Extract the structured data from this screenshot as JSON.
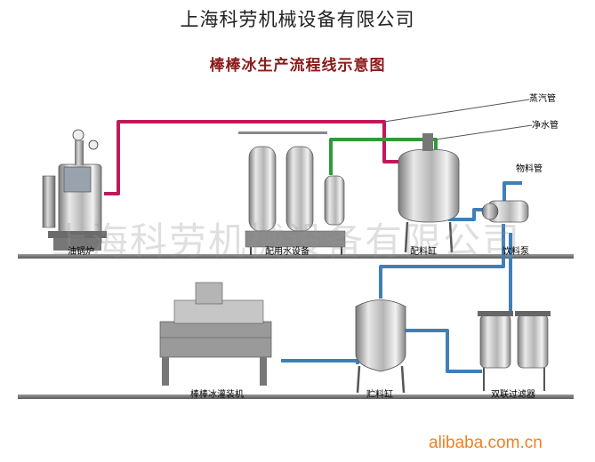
{
  "header": {
    "company": "上海科劳机械设备有限公司",
    "title": "棒棒冰生产流程线示意图"
  },
  "watermark": "上海科劳机械设备有限公司",
  "pipes": {
    "steam": "蒸汽管",
    "water": "净水管",
    "material": "物料管"
  },
  "equipment": {
    "boiler": "油锅炉",
    "water_treatment": "配用水设备",
    "mixing_tank": "配料缸",
    "pump": "饮料泵",
    "filling_machine": "棒棒冰灌装机",
    "storage_tank": "贮料缸",
    "duplex_filter": "双联过滤器"
  },
  "footer": {
    "brand": "alibaba.com.cn"
  },
  "colors": {
    "steam_pipe": "#c2185b",
    "water_pipe": "#2e9b3a",
    "material_pipe": "#3f7fb8",
    "floor": "#888888"
  }
}
